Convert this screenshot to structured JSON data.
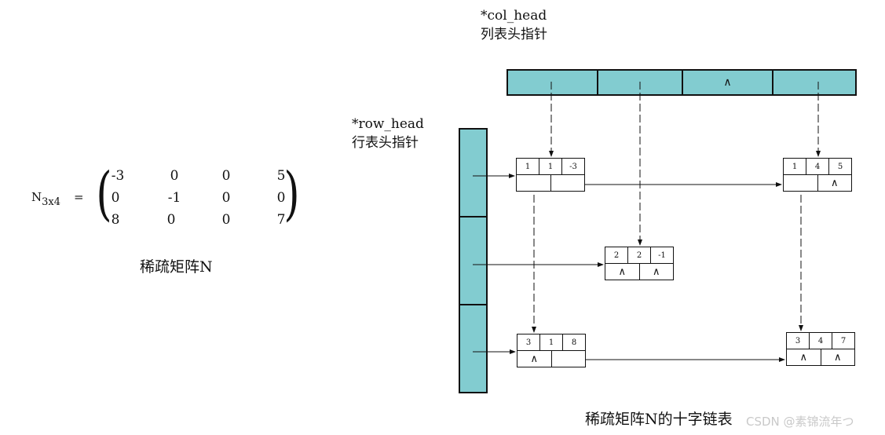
{
  "matrix": {
    "name": "N",
    "dims": "3x4",
    "equals": "=",
    "rows": [
      [
        "-3",
        "0",
        "0",
        "5"
      ],
      [
        "0",
        "-1",
        "0",
        "0"
      ],
      [
        "8",
        "0",
        "0",
        "7"
      ]
    ],
    "caption": "稀疏矩阵N"
  },
  "col_head": {
    "label": "*col_head",
    "desc": "列表头指针",
    "slots": [
      "",
      "",
      "∧",
      ""
    ]
  },
  "row_head": {
    "label": "*row_head",
    "desc": "行表头指针"
  },
  "nodes": [
    {
      "top": [
        "1",
        "1",
        "-3"
      ],
      "bottom": [
        "",
        ""
      ]
    },
    {
      "top": [
        "1",
        "4",
        "5"
      ],
      "bottom": [
        "",
        "∧"
      ]
    },
    {
      "top": [
        "2",
        "2",
        "-1"
      ],
      "bottom": [
        "∧",
        "∧"
      ]
    },
    {
      "top": [
        "3",
        "1",
        "8"
      ],
      "bottom": [
        "∧",
        ""
      ]
    },
    {
      "top": [
        "3",
        "4",
        "7"
      ],
      "bottom": [
        "∧",
        "∧"
      ]
    }
  ],
  "caption": "稀疏矩阵N的十字链表",
  "watermark": "CSDN @素锦流年つ"
}
